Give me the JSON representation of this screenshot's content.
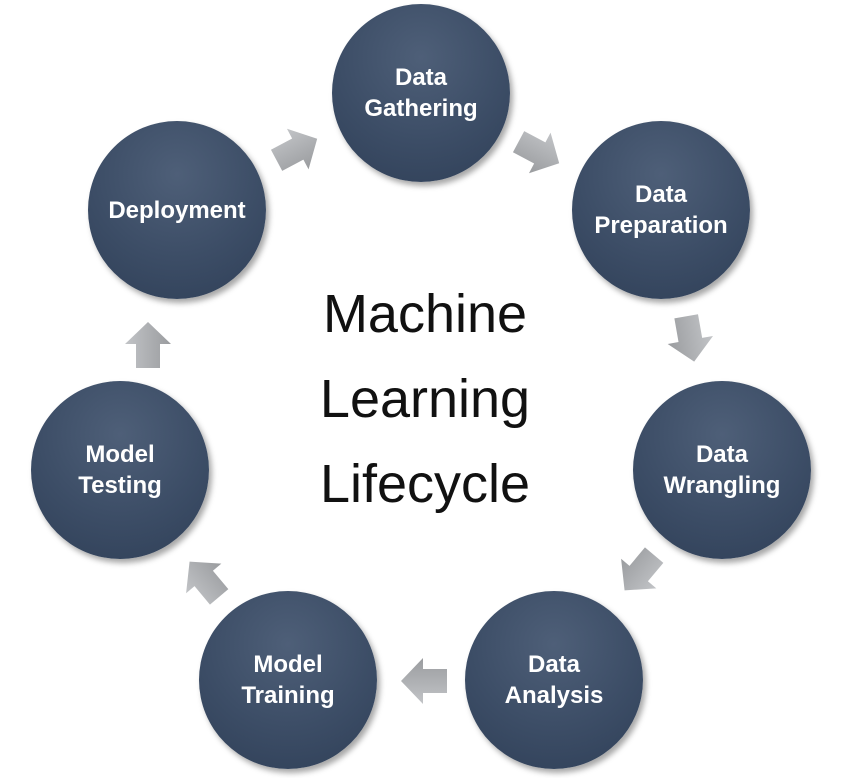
{
  "title": {
    "line1": "Machine",
    "line2": "Learning",
    "line3": "Lifecycle"
  },
  "stages": [
    {
      "line1": "Data",
      "line2": "Gathering"
    },
    {
      "line1": "Data",
      "line2": "Preparation"
    },
    {
      "line1": "Data",
      "line2": "Wrangling"
    },
    {
      "line1": "Data",
      "line2": "Analysis"
    },
    {
      "line1": "Model",
      "line2": "Training"
    },
    {
      "line1": "Model",
      "line2": "Testing"
    },
    {
      "line1": "Deployment",
      "line2": ""
    }
  ],
  "colors": {
    "node": "#3c4d66",
    "arrow": "#a9abae",
    "text": "#ffffff"
  }
}
